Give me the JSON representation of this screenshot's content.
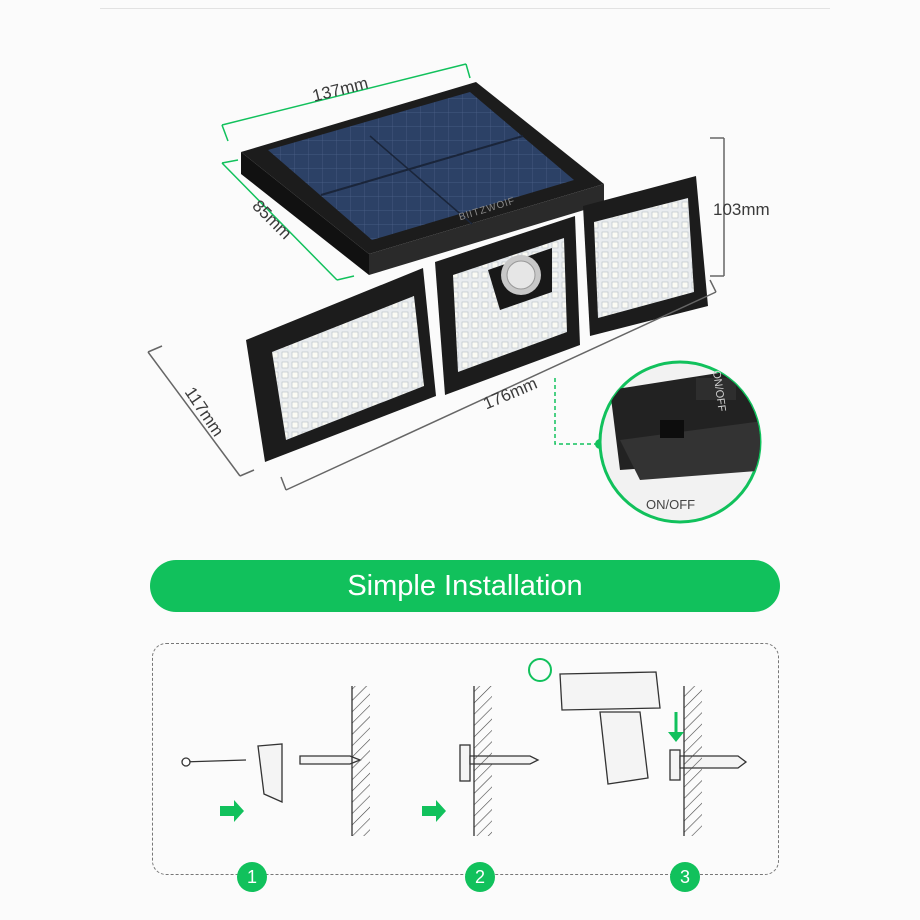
{
  "dimensions": {
    "panel_width": "137mm",
    "panel_depth": "85mm",
    "height": "103mm",
    "lamp_width": "176mm",
    "lamp_depth": "117mm"
  },
  "brand": "BlITZWOlF",
  "switch": {
    "inset_text": "ON/OFF",
    "label": "ON/OFF"
  },
  "banner": {
    "title": "Simple Installation"
  },
  "steps": [
    "1",
    "2",
    "3"
  ],
  "colors": {
    "accent_green": "#11c15c",
    "device_black": "#1e1e1e",
    "panel_blue": "#2b3f63"
  }
}
